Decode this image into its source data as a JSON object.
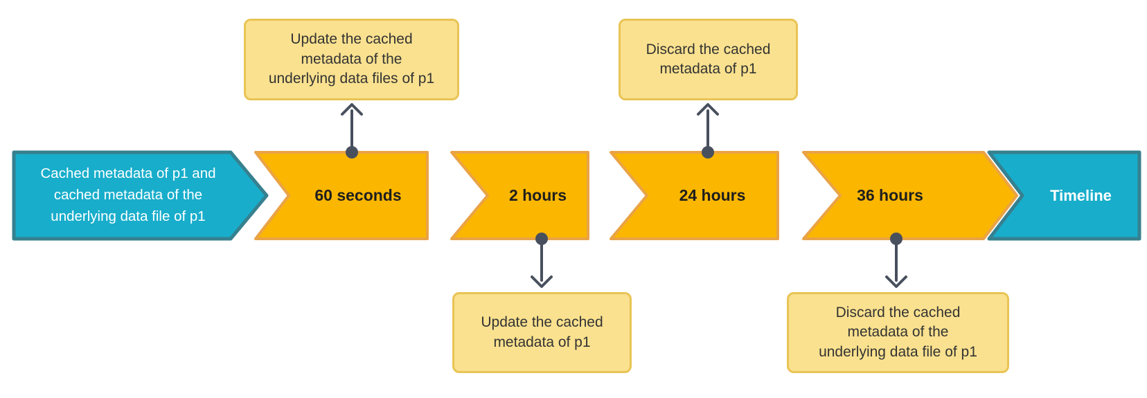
{
  "diagram": {
    "type": "timeline-process-diagram",
    "colors": {
      "terminal_fill": "#18adcb",
      "terminal_border": "#37808f",
      "terminal_text": "#ffffff",
      "stage_fill": "#fbb600",
      "stage_border": "#e9a346",
      "stage_text": "#1e1e1e",
      "callout_fill": "#fae18f",
      "callout_border": "#e9c455",
      "callout_text": "#333333",
      "connector": "#48505e",
      "background": "#ffffff"
    }
  },
  "timeline": {
    "start": {
      "lines": [
        "Cached metadata of p1 and",
        "cached metadata of the",
        "underlying data file of p1"
      ]
    },
    "stages": [
      {
        "label": "60 seconds",
        "callout": {
          "position": "top",
          "lines": [
            "Update the cached",
            "metadata of the",
            "underlying data files of p1"
          ]
        }
      },
      {
        "label": "2 hours",
        "callout": {
          "position": "bottom",
          "lines": [
            "Update the cached",
            "metadata of p1"
          ]
        }
      },
      {
        "label": "24 hours",
        "callout": {
          "position": "top",
          "lines": [
            "Discard the cached",
            "metadata of p1"
          ]
        }
      },
      {
        "label": "36 hours",
        "callout": {
          "position": "bottom",
          "lines": [
            "Discard the cached",
            "metadata of the",
            "underlying data file of p1"
          ]
        }
      }
    ],
    "end": {
      "label": "Timeline"
    }
  }
}
